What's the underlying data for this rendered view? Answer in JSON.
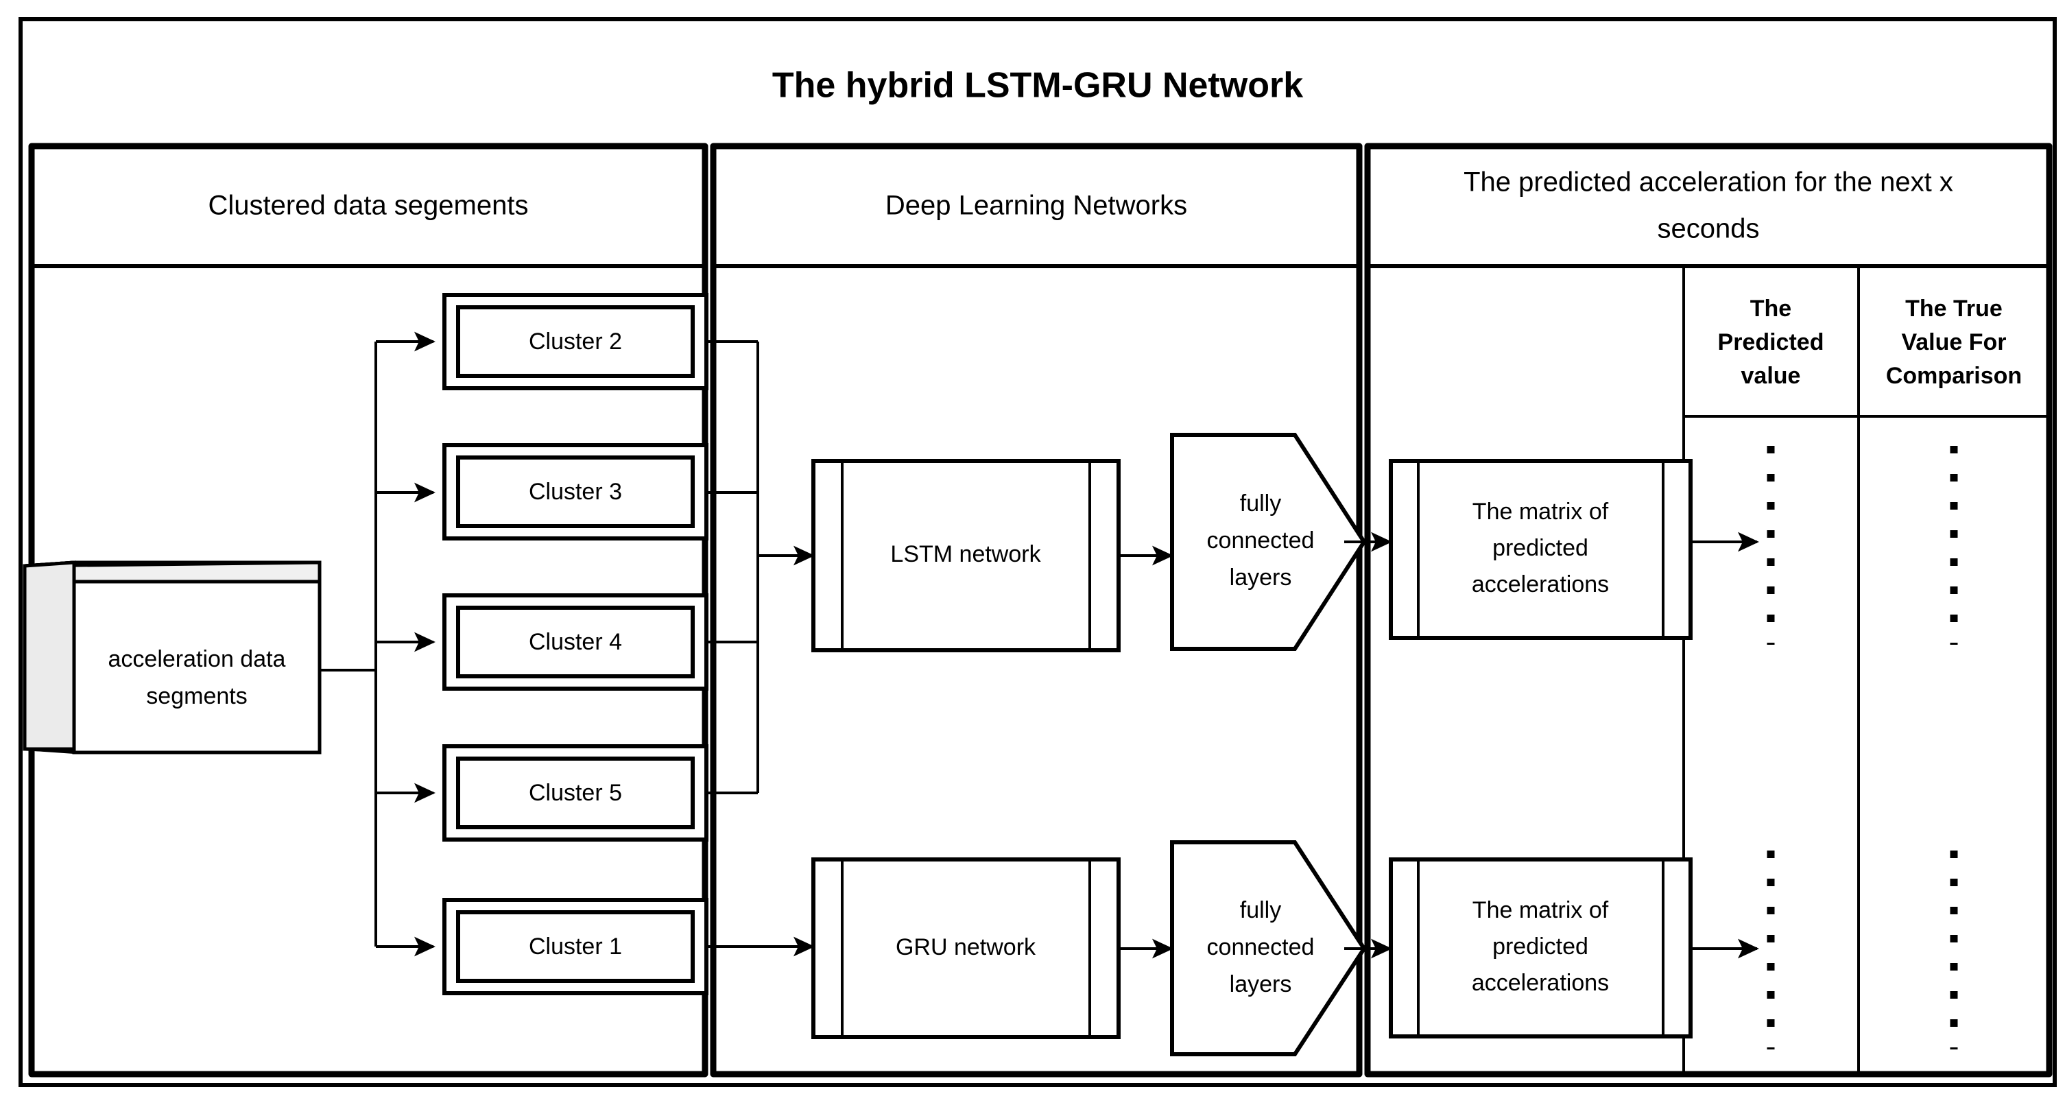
{
  "figure": {
    "title": "The hybrid LSTM-GRU Network",
    "panels": [
      {
        "id": "clustered",
        "header": "Clustered data segements"
      },
      {
        "id": "networks",
        "header": "Deep Learning Networks"
      },
      {
        "id": "predicted",
        "header_line1": "The predicted acceleration for the next x",
        "header_line2": "seconds"
      }
    ],
    "source_node": {
      "line1": "acceleration data",
      "line2": "segments"
    },
    "clusters": [
      {
        "label": "Cluster 2"
      },
      {
        "label": "Cluster 3"
      },
      {
        "label": "Cluster 4"
      },
      {
        "label": "Cluster 5"
      },
      {
        "label": "Cluster 1"
      }
    ],
    "networks": [
      {
        "label": "LSTM network"
      },
      {
        "label": "GRU network"
      }
    ],
    "dense_blocks": [
      {
        "line1": "fully",
        "line2": "connected",
        "line3": "layers"
      },
      {
        "line1": "fully",
        "line2": "connected",
        "line3": "layers"
      }
    ],
    "matrices": [
      {
        "line1": "The matrix of",
        "line2": "predicted",
        "line3": "accelerations"
      },
      {
        "line1": "The matrix of",
        "line2": "predicted",
        "line3": "accelerations"
      }
    ],
    "result_columns": [
      {
        "line1": "The",
        "line2": "Predicted",
        "line3": "value"
      },
      {
        "line1": "The  True",
        "line2": "Value For",
        "line3": "Comparison"
      }
    ],
    "colors": {
      "stroke": "#000000",
      "background": "#ffffff",
      "cube_top": "#f0f0f0",
      "cube_side": "#ebebeb"
    }
  }
}
